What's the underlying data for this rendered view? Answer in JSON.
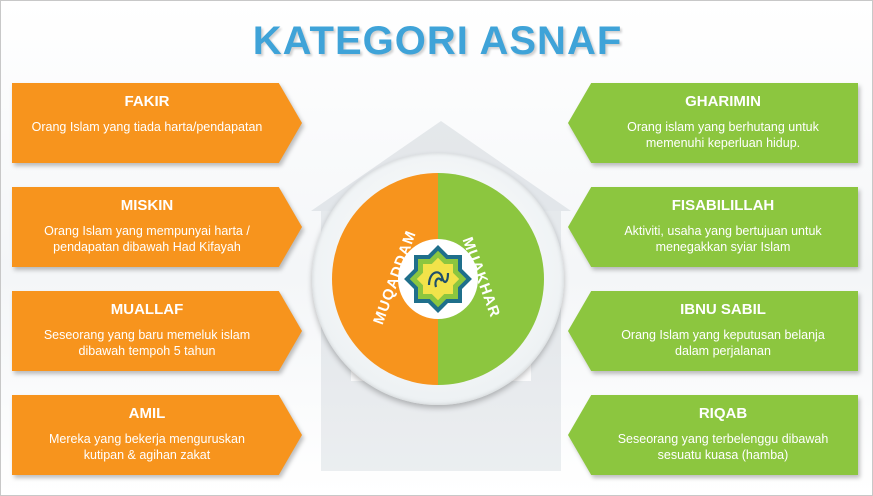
{
  "title": "KATEGORI ASNAF",
  "colors": {
    "title": "#3fa3d8",
    "left_cards": "#f7941d",
    "right_cards": "#8cc63f"
  },
  "left_cards": [
    {
      "name": "FAKIR",
      "desc": "Orang Islam yang tiada harta/pendapatan"
    },
    {
      "name": "MISKIN",
      "desc": "Orang Islam yang mempunyai harta / pendapatan dibawah Had Kifayah"
    },
    {
      "name": "MUALLAF",
      "desc": "Seseorang yang baru memeluk islam dibawah tempoh 5 tahun"
    },
    {
      "name": "AMIL",
      "desc": "Mereka yang bekerja menguruskan kutipan & agihan zakat"
    }
  ],
  "right_cards": [
    {
      "name": "GHARIMIN",
      "desc": "Orang islam yang berhutang untuk memenuhi keperluan hidup."
    },
    {
      "name": "FISABILILLAH",
      "desc": "Aktiviti, usaha yang bertujuan untuk menegakkan syiar Islam"
    },
    {
      "name": "IBNU SABIL",
      "desc": "Orang Islam yang keputusan belanja dalam perjalanan"
    },
    {
      "name": "RIQAB",
      "desc": "Seseorang yang terbelenggu dibawah sesuatu kuasa (hamba)"
    }
  ],
  "center": {
    "left_label": "MUQADDAM",
    "right_label": "MUAKHAR",
    "emblem_icon": "star-emblem-icon"
  }
}
